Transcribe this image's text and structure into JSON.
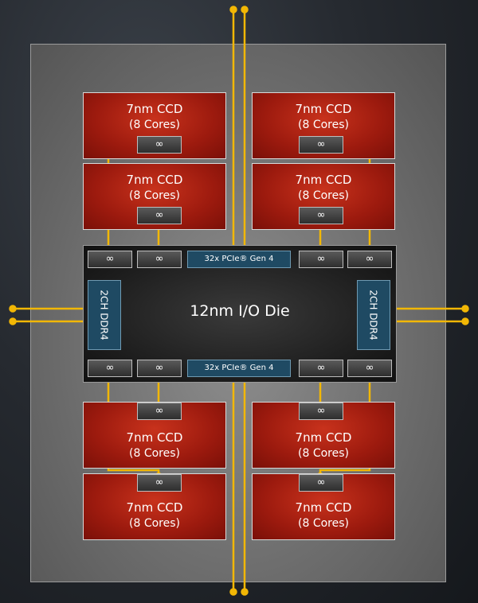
{
  "io_die": {
    "label": "12nm I/O Die",
    "pcie_top": "32x PCIe® Gen 4",
    "pcie_bottom": "32x PCIe® Gen 4",
    "ddr_left": "2CH DDR4",
    "ddr_right": "2CH DDR4"
  },
  "link_symbol": "∞",
  "ccds": [
    {
      "line1": "7nm CCD",
      "line2": "(8 Cores)"
    },
    {
      "line1": "7nm CCD",
      "line2": "(8 Cores)"
    },
    {
      "line1": "7nm CCD",
      "line2": "(8 Cores)"
    },
    {
      "line1": "7nm CCD",
      "line2": "(8 Cores)"
    },
    {
      "line1": "7nm CCD",
      "line2": "(8 Cores)"
    },
    {
      "line1": "7nm CCD",
      "line2": "(8 Cores)"
    },
    {
      "line1": "7nm CCD",
      "line2": "(8 Cores)"
    },
    {
      "line1": "7nm CCD",
      "line2": "(8 Cores)"
    }
  ],
  "colors": {
    "wire": "#f2b705",
    "ccd_red": "#b3200f",
    "io_blue": "#1f4a63"
  }
}
